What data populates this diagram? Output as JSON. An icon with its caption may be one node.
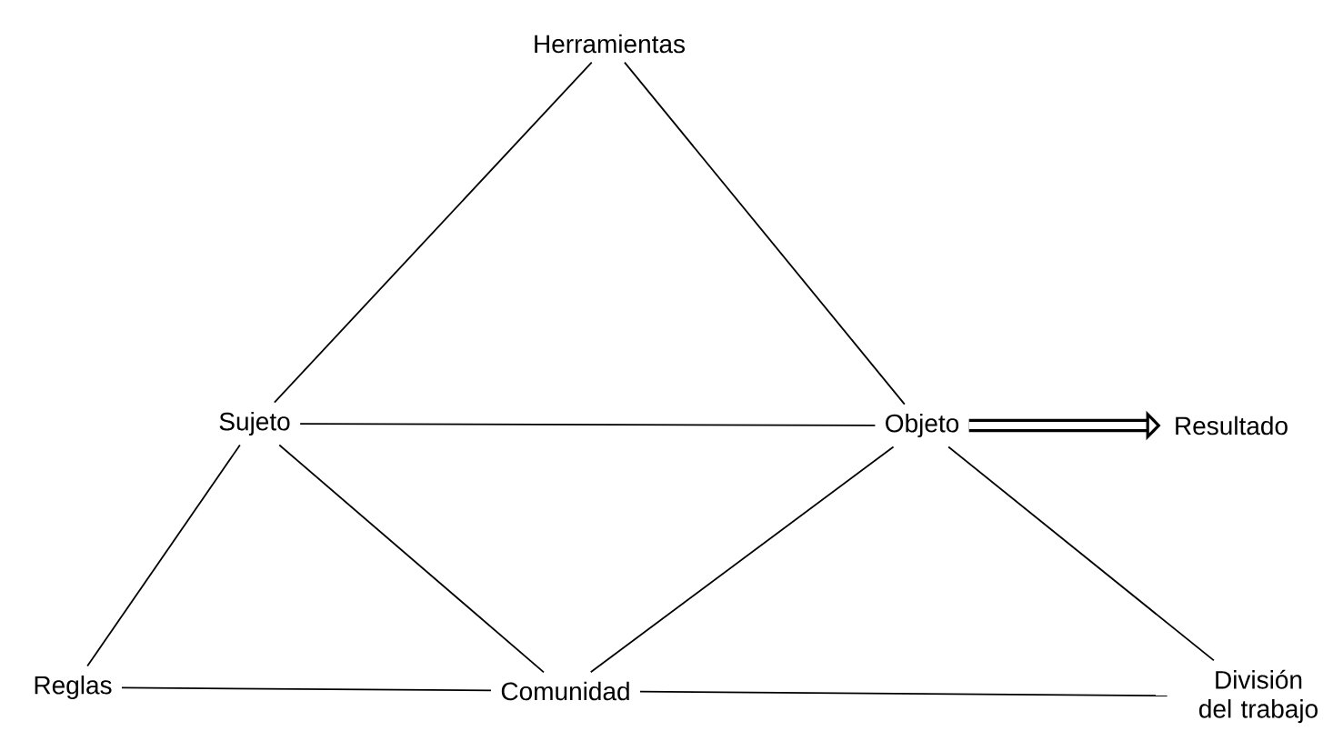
{
  "diagram": {
    "nodes": [
      {
        "text": [
          "Herramientas"
        ]
      },
      {
        "text": [
          "Sujeto"
        ]
      },
      {
        "text": [
          "Objeto"
        ]
      },
      {
        "text": [
          "Resultado"
        ]
      },
      {
        "text": [
          "Reglas"
        ]
      },
      {
        "text": [
          "Comunidad"
        ]
      },
      {
        "text": [
          "División del trabajo"
        ]
      }
    ],
    "edges": [
      {
        "from": 0,
        "to": 1,
        "arrow": "none"
      },
      {
        "from": 0,
        "to": 2,
        "arrow": "none"
      },
      {
        "from": 1,
        "to": 2,
        "arrow": "none"
      },
      {
        "from": 2,
        "to": 3,
        "arrow": "to",
        "style": "thick"
      },
      {
        "from": 1,
        "to": 4,
        "arrow": "none"
      },
      {
        "from": 1,
        "to": 5,
        "arrow": "none"
      },
      {
        "from": 4,
        "to": 5,
        "arrow": "none"
      },
      {
        "from": 2,
        "to": 5,
        "arrow": "none"
      },
      {
        "from": 2,
        "to": 6,
        "arrow": "none"
      },
      {
        "from": 5,
        "to": 6,
        "arrow": "none"
      }
    ]
  }
}
